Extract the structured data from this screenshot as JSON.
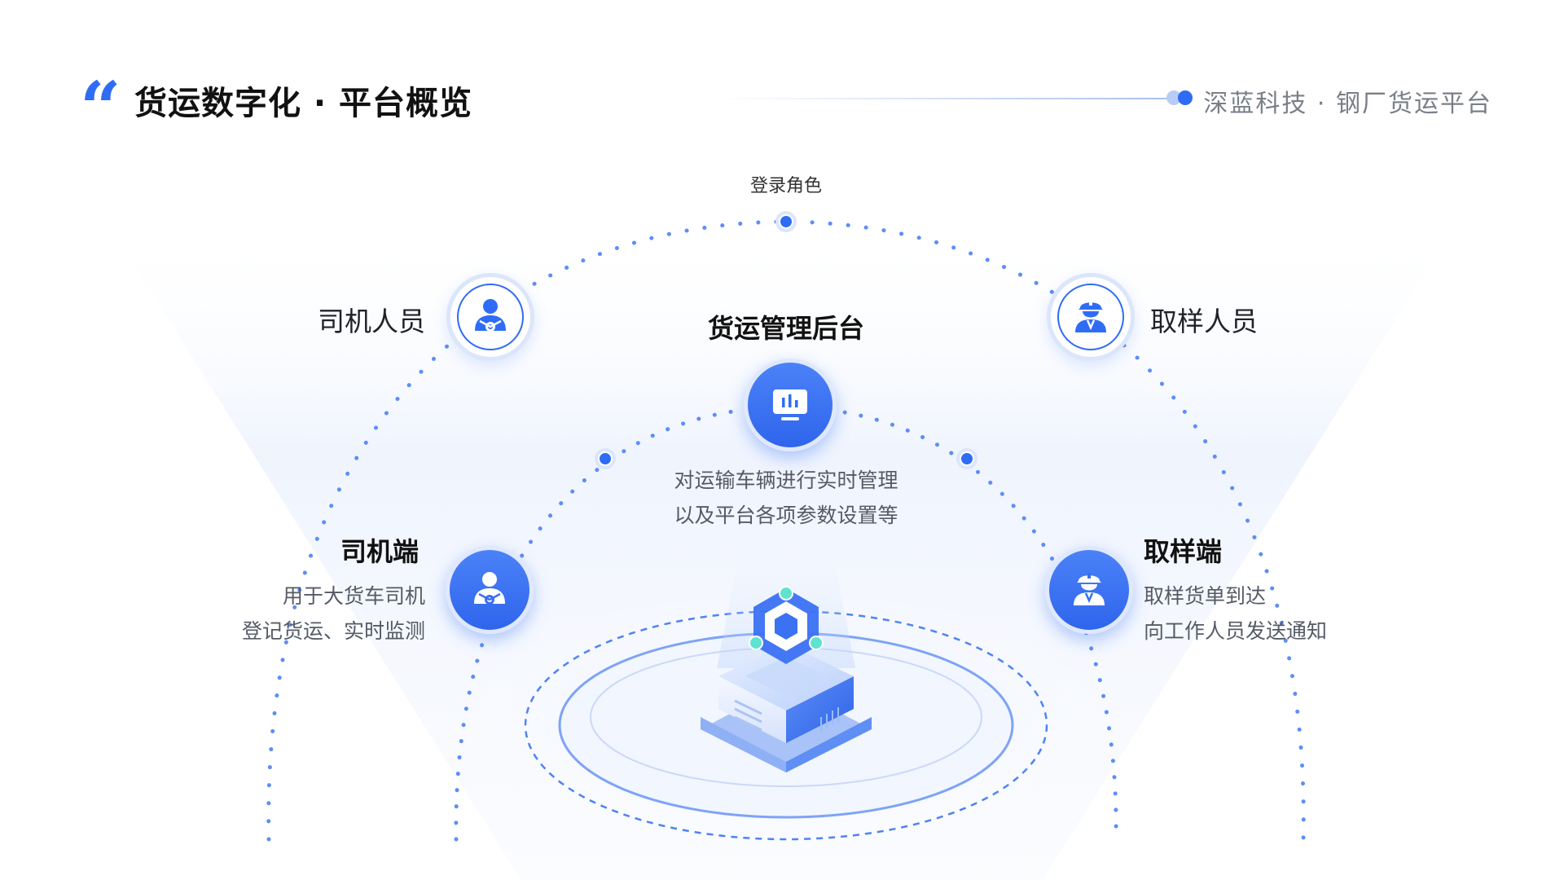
{
  "header": {
    "quote_icon": "quote-icon",
    "title": "货运数字化 · 平台概览",
    "brand": "深蓝科技 · 钢厂货运平台"
  },
  "diagram": {
    "top_label": "登录角色",
    "hub": {
      "title": "货运管理后台",
      "icon": "monitor-chart-icon",
      "desc_lines": [
        "对运输车辆进行实时管理",
        "以及平台各项参数设置等"
      ]
    },
    "roles": {
      "driver": {
        "label": "司机人员",
        "icon": "driver-person-icon"
      },
      "sampler": {
        "label": "取样人员",
        "icon": "worker-helmet-icon"
      }
    },
    "ends": {
      "driver_end": {
        "title": "司机端",
        "icon": "driver-person-icon",
        "desc_lines": [
          "用于大货车司机",
          "登记货运、实时监测"
        ]
      },
      "sampler_end": {
        "title": "取样端",
        "icon": "worker-helmet-icon",
        "desc_lines": [
          "取样货单到达",
          "向工作人员发送通知"
        ]
      }
    },
    "center_graphic": "server-platform-icon"
  },
  "colors": {
    "accent": "#2f6cf6",
    "dots": "#2f6cf6",
    "text": "#1f2329",
    "muted": "#555b66"
  }
}
